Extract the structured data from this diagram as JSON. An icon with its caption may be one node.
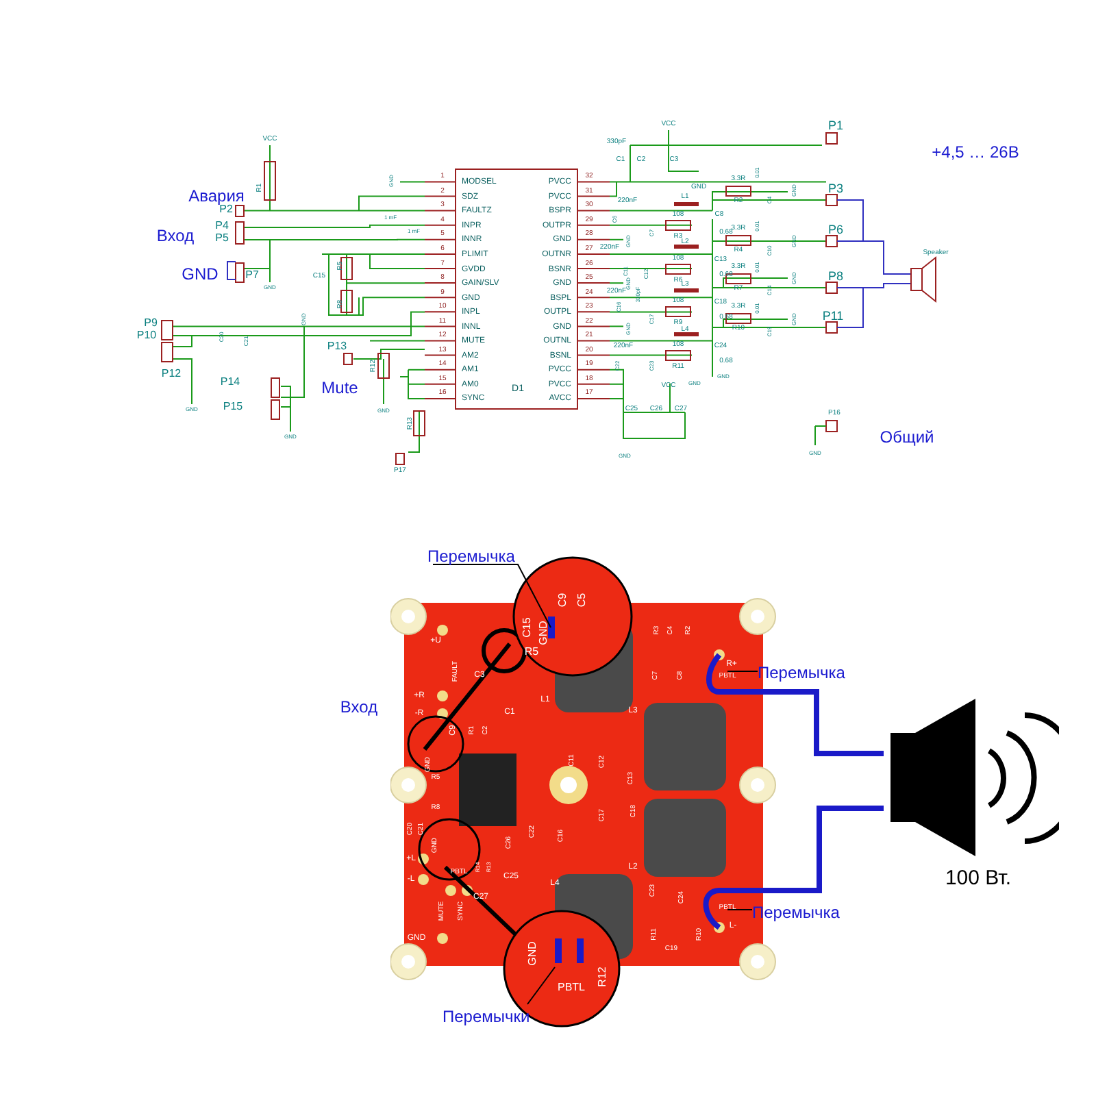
{
  "diagram": {
    "nodes": [
      {
        "text": [
          "MODSEL",
          "SDZ",
          "FAULTZ",
          "INPR",
          "INNR",
          "PLIMIT",
          "GVDD",
          "GAIN/SLV",
          "GND",
          "INPL",
          "INNL",
          "MUTE",
          "AM2",
          "AM1",
          "AM0",
          "SYNC",
          "PVCC",
          "PVCC",
          "BSPR",
          "OUTPR",
          "GND",
          "OUTNR",
          "BSNR",
          "GND",
          "BSPL",
          "OUTPL",
          "GND",
          "OUTNL",
          "BSNL",
          "PVCC",
          "PVCC",
          "AVCC",
          "D1"
        ]
      },
      {
        "text": [],
        "shape": "picture"
      },
      {
        "text": [],
        "shape": "picture",
        "beside": [
          "100 Вт."
        ]
      },
      {
        "text": [
          "Перемычка"
        ]
      },
      {
        "text": [
          "Перемычка"
        ]
      },
      {
        "text": [
          "Перемычка"
        ]
      },
      {
        "text": [
          "Перемычки"
        ]
      }
    ],
    "edges": [
      {
        "from": 3,
        "to": 1,
        "arrow": "none"
      },
      {
        "from": 4,
        "to": 1,
        "arrow": "none"
      },
      {
        "from": 5,
        "to": 1,
        "arrow": "none"
      },
      {
        "from": 6,
        "to": 1,
        "arrow": "none"
      },
      {
        "from": 1,
        "to": 2,
        "arrow": "none",
        "style": "thick",
        "color": "#1a1ac8"
      },
      {
        "from": 1,
        "to": 2,
        "arrow": "none",
        "style": "thick",
        "color": "#1a1ac8"
      }
    ],
    "labels": [
      "1",
      "2",
      "3",
      "4",
      "5",
      "6",
      "7",
      "8",
      "9",
      "10",
      "11",
      "12",
      "13",
      "14",
      "15",
      "16",
      "32",
      "31",
      "30",
      "29",
      "28",
      "27",
      "26",
      "25",
      "24",
      "23",
      "22",
      "21",
      "20",
      "19",
      "18",
      "17",
      "VCC",
      "R1",
      "Авария",
      "P2",
      "Вход",
      "P4",
      "P5",
      "GND",
      "P7",
      "GND",
      "1 mF",
      "1 mF",
      "C15",
      "R5",
      "R8",
      "P9",
      "P10",
      "P12",
      "C20",
      "C21",
      "GND",
      "GND",
      "P14",
      "P15",
      "GND",
      "P13",
      "Mute",
      "R12",
      "GND",
      "R13",
      "P17",
      "GND",
      "330pF",
      "VCC",
      "C1",
      "C2",
      "C3",
      "GND",
      "220nF",
      "C6",
      "C7",
      "108",
      "R3",
      "L1",
      "GND",
      "220nF",
      "C11",
      "C12",
      "108",
      "R6",
      "L2",
      "GND",
      "220nF",
      "C16",
      "330pF",
      "C17",
      "108",
      "R9",
      "L3",
      "GND",
      "220nF",
      "C22",
      "C23",
      "108",
      "R11",
      "L4",
      "GND",
      "C8",
      "0.68",
      "C13",
      "0.68",
      "C18",
      "0.68",
      "C24",
      "0.68",
      "GND",
      "3.3R",
      "R2",
      "0.01",
      "C4",
      "GND",
      "3.3R",
      "R4",
      "0.01",
      "C10",
      "GND",
      "3.3R",
      "R7",
      "0.01",
      "C14",
      "GND",
      "3.3R",
      "R10",
      "0.01",
      "C19",
      "GND",
      "P1",
      "+4,5 … 26В",
      "P3",
      "P6",
      "P8",
      "P11",
      "Speaker",
      "P16",
      "GND",
      "Общий",
      "VCC",
      "C25",
      "C26",
      "C27",
      "GND",
      "Вход",
      "+U",
      "FAULT",
      "C3",
      "+R",
      "-R",
      "C1",
      "L1",
      "C9",
      "R1",
      "C2",
      "GND",
      "R5",
      "R8",
      "C20",
      "C21",
      "GND",
      "PBTL",
      "R14",
      "R13",
      "C26",
      "C25",
      "+L",
      "-L",
      "MUTE",
      "SYNC",
      "C27",
      "GND",
      "L4",
      "C15",
      "GND",
      "R5",
      "C9",
      "C5",
      "GND",
      "PBTL",
      "R12",
      "R3",
      "C4",
      "R2",
      "C7",
      "C8",
      "R+",
      "PBTL",
      "L3",
      "C12",
      "C13",
      "C11",
      "C17",
      "C18",
      "C22",
      "C16",
      "L2",
      "C23",
      "C24",
      "PBTL",
      "L-",
      "R11",
      "R10",
      "C19"
    ]
  }
}
